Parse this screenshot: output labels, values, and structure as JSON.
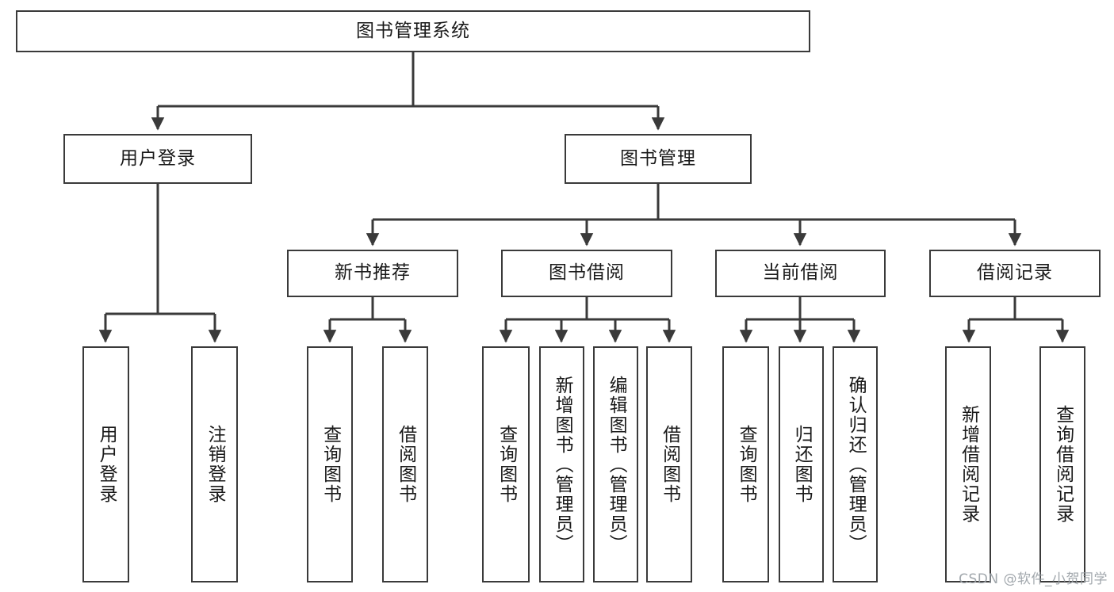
{
  "diagram": {
    "title": "图书管理系统",
    "type": "tree-hierarchy",
    "watermark": "CSDN @软件_小贺同学",
    "colors": {
      "box_border": "#3a3a3a",
      "box_fill": "#ffffff",
      "connector": "#3a3a3a",
      "text": "#1a1a1a",
      "watermark": "#9aa0a6"
    },
    "root": {
      "label": "图书管理系统"
    },
    "level2": [
      {
        "label": "用户登录"
      },
      {
        "label": "图书管理"
      }
    ],
    "level3": [
      {
        "label": "新书推荐"
      },
      {
        "label": "图书借阅"
      },
      {
        "label": "当前借阅"
      },
      {
        "label": "借阅记录"
      }
    ],
    "leaves": {
      "user_login": [
        {
          "label": "用户登录"
        },
        {
          "label": "注销登录"
        }
      ],
      "new_book_recommend": [
        {
          "label": "查询图书"
        },
        {
          "label": "借阅图书"
        }
      ],
      "book_borrow": [
        {
          "label": "查询图书"
        },
        {
          "label": "新增图书（管理员）"
        },
        {
          "label": "编辑图书（管理员）"
        },
        {
          "label": "借阅图书"
        }
      ],
      "current_borrow": [
        {
          "label": "查询图书"
        },
        {
          "label": "归还图书"
        },
        {
          "label": "确认归还（管理员）"
        }
      ],
      "borrow_record": [
        {
          "label": "新增借阅记录"
        },
        {
          "label": "查询借阅记录"
        }
      ]
    }
  }
}
